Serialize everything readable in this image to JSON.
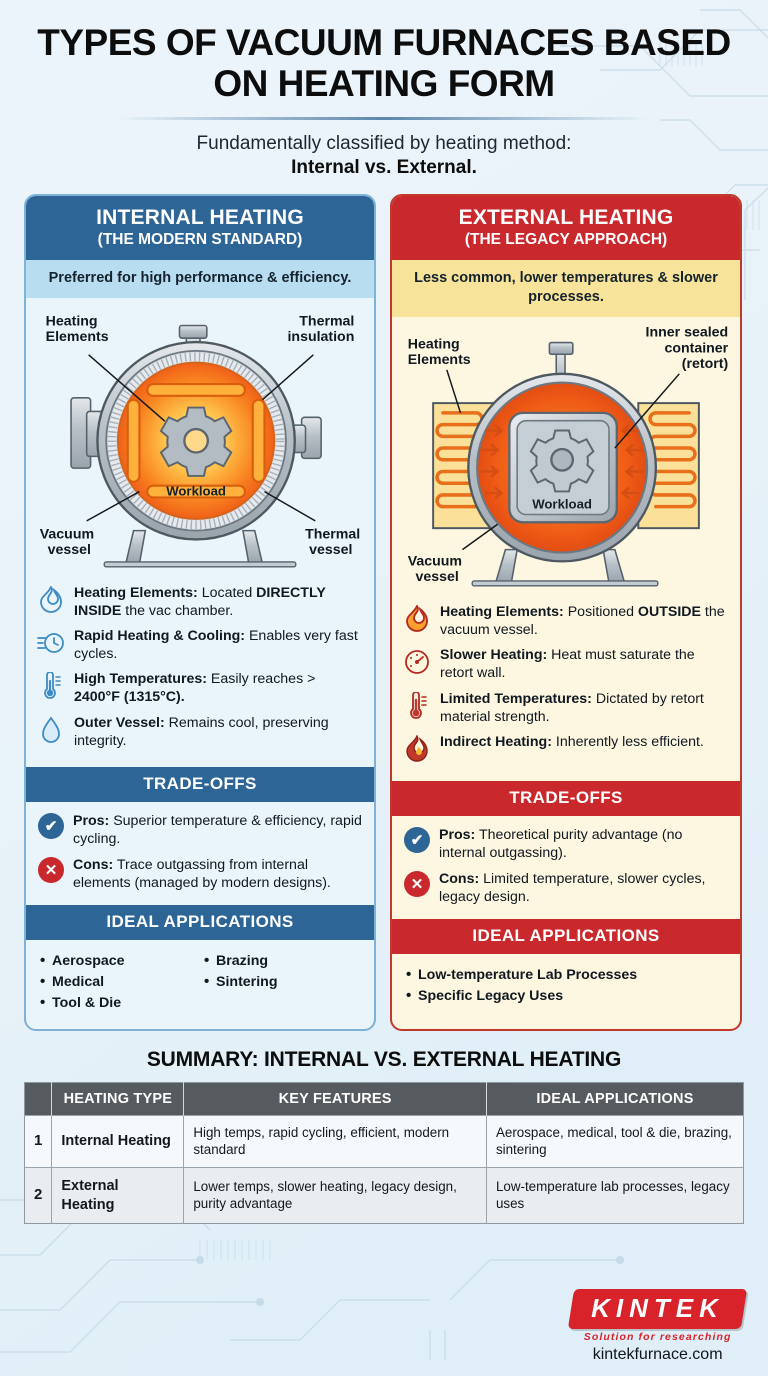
{
  "header": {
    "title": "TYPES OF VACUUM FURNACES BASED ON HEATING FORM",
    "subtitle_line1": "Fundamentally classified by heating method:",
    "subtitle_line2": "Internal vs. External."
  },
  "colors": {
    "blue": "#2d6596",
    "blue_light": "#b9ddf0",
    "blue_panel": "#eaf4fb",
    "red": "#c9282d",
    "yellow_light": "#f8e39a",
    "yellow_panel": "#fdf6e0",
    "background": "#e8f2f8",
    "table_header": "#555b5e",
    "brand_red": "#d8232a"
  },
  "internal": {
    "head_main": "INTERNAL HEATING",
    "head_sub": "(THE MODERN STANDARD)",
    "tagline": "Preferred for high performance & efficiency.",
    "diagram": {
      "label_top_left": "Heating Elements",
      "label_top_right": "Thermal insulation",
      "label_bottom_left": "Vacuum vessel",
      "label_bottom_right": "Thermal vessel",
      "center_label": "Workload"
    },
    "features": [
      {
        "icon": "flame-blue-icon",
        "bold": "Heating Elements:",
        "rest": " Located ",
        "bold2": "DIRECTLY INSIDE",
        "rest2": " the vac chamber."
      },
      {
        "icon": "fast-clock-icon",
        "bold": "Rapid Heating & Cooling:",
        "rest": " Enables very fast cycles."
      },
      {
        "icon": "thermometer-blue-icon",
        "bold": "High Temperatures:",
        "rest": " Easily reaches > ",
        "bold2": "2400°F (1315°C).",
        "rest2": ""
      },
      {
        "icon": "water-drop-icon",
        "bold": "Outer Vessel:",
        "rest": " Remains cool, preserving integrity."
      }
    ],
    "tradeoffs_title": "TRADE-OFFS",
    "tradeoffs": [
      {
        "icon": "check-circle-icon",
        "bold": "Pros:",
        "rest": " Superior temperature & efficiency, rapid cycling."
      },
      {
        "icon": "x-circle-icon",
        "bold": "Cons:",
        "rest": " Trace outgassing from internal elements (managed by modern designs)."
      }
    ],
    "apps_title": "IDEAL APPLICATIONS",
    "apps_col1": [
      "Aerospace",
      "Medical",
      "Tool & Die"
    ],
    "apps_col2": [
      "Brazing",
      "Sintering"
    ]
  },
  "external": {
    "head_main": "EXTERNAL HEATING",
    "head_sub": "(THE LEGACY APPROACH)",
    "tagline": "Less common, lower temperatures & slower processes.",
    "diagram": {
      "label_top_left": "Heating Elements",
      "label_top_right": "Inner sealed container (retort)",
      "label_bottom_left": "Vacuum vessel",
      "center_label": "Workload"
    },
    "features": [
      {
        "icon": "flame-orange-icon",
        "bold": "Heating Elements:",
        "rest": " Positioned ",
        "bold2": "OUTSIDE",
        "rest2": " the vacuum vessel."
      },
      {
        "icon": "gauge-icon",
        "bold": "Slower Heating:",
        "rest": " Heat must saturate the retort wall."
      },
      {
        "icon": "thermometer-red-icon",
        "bold": "Limited Temperatures:",
        "rest": " Dictated by retort material strength."
      },
      {
        "icon": "flame-red-icon",
        "bold": "Indirect Heating:",
        "rest": " Inherently less efficient."
      }
    ],
    "tradeoffs_title": "TRADE-OFFS",
    "tradeoffs": [
      {
        "icon": "check-circle-icon",
        "bold": "Pros:",
        "rest": " Theoretical purity advantage (no internal outgassing)."
      },
      {
        "icon": "x-circle-icon",
        "bold": "Cons:",
        "rest": " Limited temperature, slower cycles, legacy design."
      }
    ],
    "apps_title": "IDEAL APPLICATIONS",
    "apps_col1": [
      "Low-temperature Lab Processes",
      "Specific Legacy Uses"
    ]
  },
  "summary": {
    "title": "SUMMARY: INTERNAL VS. EXTERNAL HEATING",
    "columns": [
      "",
      "HEATING TYPE",
      "KEY FEATURES",
      "IDEAL APPLICATIONS"
    ],
    "rows": [
      {
        "idx": "1",
        "type": "Internal Heating",
        "features": "High temps, rapid cycling, efficient, modern standard",
        "apps": "Aerospace, medical, tool & die, brazing, sintering"
      },
      {
        "idx": "2",
        "type": "External Heating",
        "features": "Lower temps, slower heating, legacy design, purity advantage",
        "apps": "Low-temperature lab processes, legacy uses"
      }
    ]
  },
  "footer": {
    "logo_name": "KINTEK",
    "logo_tagline": "Solution for researching",
    "url": "kintekfurnace.com"
  }
}
